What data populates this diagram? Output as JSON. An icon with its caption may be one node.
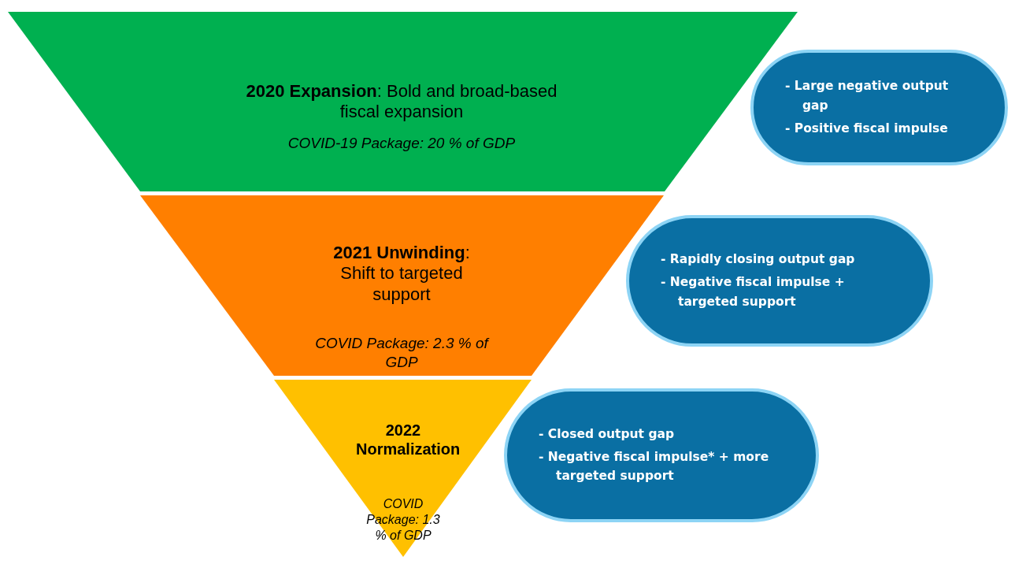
{
  "diagram": {
    "nodes": [
      {
        "text": [
          "**2020 Expansion**: Bold and broad-based fiscal expansion",
          "COVID-19 Package: 20 % of GDP"
        ]
      },
      {
        "text": [
          "**2021 Unwinding**: Shift to targeted support",
          "COVID Package: 2.3 % of GDP"
        ]
      },
      {
        "text": [
          "**2022 Normalization**",
          "COVID Package: 1.3 % of GDP"
        ]
      },
      {
        "text": [
          "- Large negative output gap",
          "- Positive fiscal impulse"
        ]
      },
      {
        "text": [
          "- Rapidly closing output gap",
          "- Negative fiscal impulse + targeted support"
        ]
      },
      {
        "text": [
          "- Closed output gap",
          "- Negative fiscal impulse* + more targeted support"
        ]
      }
    ],
    "edges": []
  }
}
